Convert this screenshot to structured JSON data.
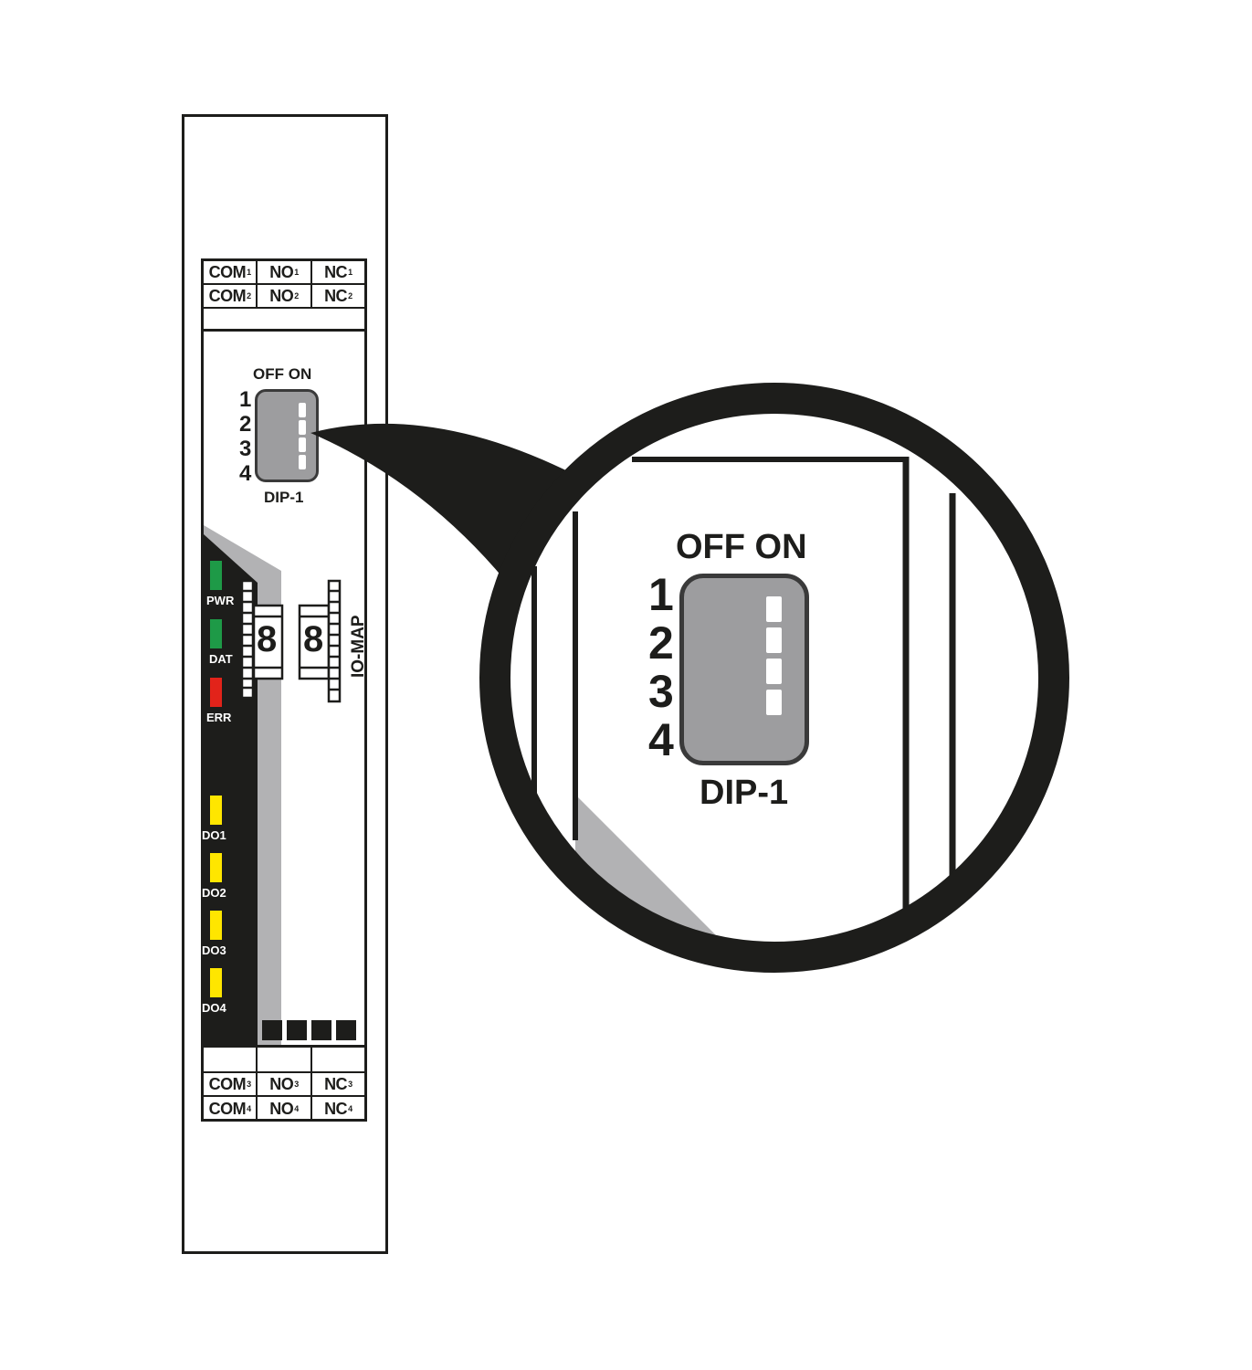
{
  "module": {
    "terminals_top": [
      [
        {
          "label": "COM",
          "sub": "1"
        },
        {
          "label": "NO",
          "sub": "1"
        },
        {
          "label": "NC",
          "sub": "1"
        }
      ],
      [
        {
          "label": "COM",
          "sub": "2"
        },
        {
          "label": "NO",
          "sub": "2"
        },
        {
          "label": "NC",
          "sub": "2"
        }
      ]
    ],
    "terminals_bottom": [
      [
        {
          "label": "COM",
          "sub": "3"
        },
        {
          "label": "NO",
          "sub": "3"
        },
        {
          "label": "NC",
          "sub": "3"
        }
      ],
      [
        {
          "label": "COM",
          "sub": "4"
        },
        {
          "label": "NO",
          "sub": "4"
        },
        {
          "label": "NC",
          "sub": "4"
        }
      ]
    ],
    "dip": {
      "header": "OFF ON",
      "name": "DIP-1",
      "positions": [
        "1",
        "2",
        "3",
        "4"
      ],
      "states": [
        "ON",
        "ON",
        "ON",
        "ON"
      ]
    },
    "leds": [
      {
        "label": "PWR",
        "color": "#1e9a47"
      },
      {
        "label": "DAT",
        "color": "#1e9a47"
      },
      {
        "label": "ERR",
        "color": "#e2231a"
      },
      {
        "label": "DO1",
        "color": "#ffe600"
      },
      {
        "label": "DO2",
        "color": "#ffe600"
      },
      {
        "label": "DO3",
        "color": "#ffe600"
      },
      {
        "label": "DO4",
        "color": "#ffe600"
      }
    ],
    "seven_segment": [
      "8",
      "8"
    ],
    "io_map_label": "IO-MAP"
  },
  "callout": {
    "header": "OFF ON",
    "name": "DIP-1",
    "positions": [
      "1",
      "2",
      "3",
      "4"
    ]
  },
  "colors": {
    "ink": "#1d1d1b",
    "switch_body": "#9d9d9f",
    "shadow_gray": "#b2b2b4"
  }
}
